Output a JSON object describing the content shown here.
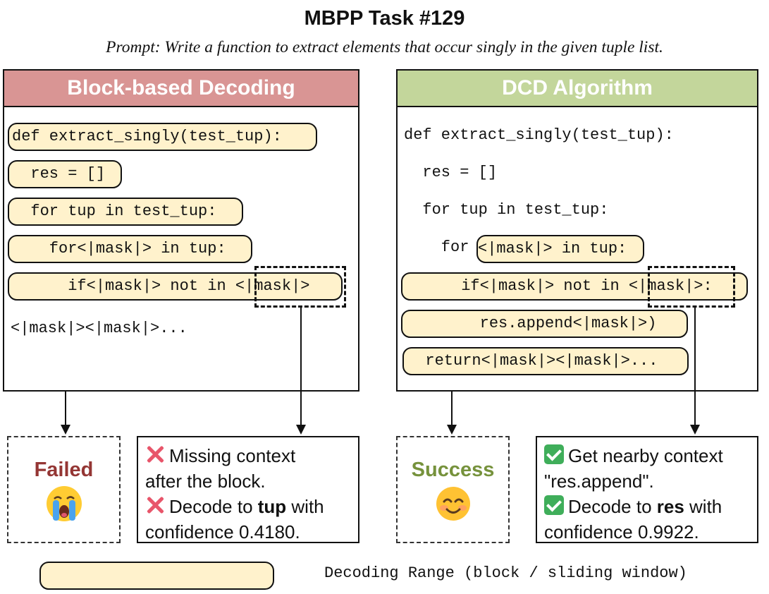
{
  "title": "MBPP Task #129",
  "prompt": "Prompt: Write a function to extract elements that occur singly in the given tuple list.",
  "colors": {
    "left_header": "#d99594",
    "right_header": "#c3d69b",
    "pill_fill": "#fff2cc",
    "failed_text": "#943634",
    "success_text": "#76923c",
    "xmark": "#e8556a",
    "checkmark": "#3fae5a"
  },
  "left_panel": {
    "header": "Block-based Decoding",
    "lines": [
      "def extract_singly(test_tup):",
      "  res = []",
      "  for tup in test_tup:",
      "    for<|mask|> in tup:",
      "      if<|mask|> not in <|mask|>",
      "<|mask|><|mask|>..."
    ]
  },
  "right_panel": {
    "header": "DCD Algorithm",
    "lines": [
      "def extract_singly(test_tup):",
      "  res = []",
      "  for tup in test_tup:",
      "    for",
      "<|mask|> in tup:",
      "      if<|mask|> not in <|mask|>:",
      "        res.append<|mask|>)",
      "  return<|mask|><|mask|>..."
    ]
  },
  "failed": {
    "label": "Failed",
    "icon": "crying-face-icon"
  },
  "success": {
    "label": "Success",
    "icon": "smiling-face-icon"
  },
  "left_note": {
    "line1": "Missing context",
    "line2": "after the block.",
    "line3_pre": "Decode to ",
    "line3_bold": "tup",
    "line3_post": " with",
    "line4": "confidence 0.4180.",
    "icon": "cross-mark-icon"
  },
  "right_note": {
    "line1": "Get nearby context",
    "line2": "\"res.append\".",
    "line3_pre": "Decode to ",
    "line3_bold": "res",
    "line3_post": " with",
    "line4": "confidence 0.9922.",
    "icon": "check-mark-icon"
  },
  "legend": {
    "label": "Decoding Range (block / sliding window)"
  }
}
